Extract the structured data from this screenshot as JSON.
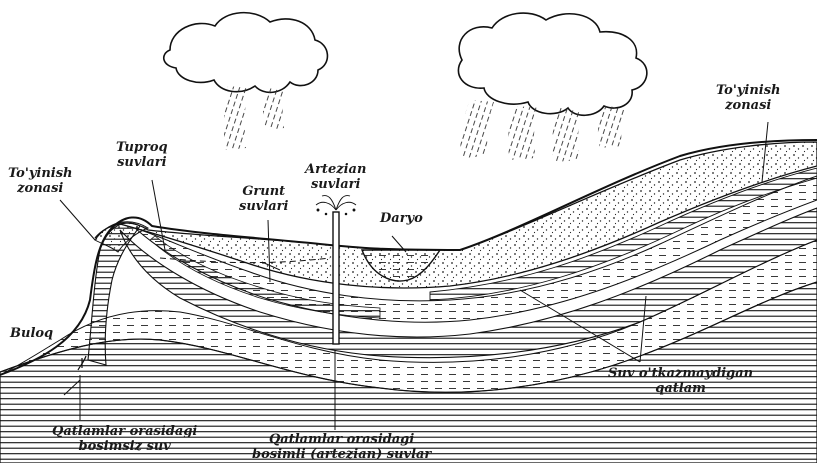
{
  "labels": {
    "toyinish_right": {
      "line1": "To'yinish",
      "line2": "zonasi"
    },
    "toyinish_left": {
      "line1": "To'yinish",
      "line2": "zonasi"
    },
    "tuproq": {
      "line1": "Tuproq",
      "line2": "suvlari"
    },
    "artezian": {
      "line1": "Artezian",
      "line2": "suvlari"
    },
    "grunt": {
      "line1": "Grunt",
      "line2": "suvlari"
    },
    "daryo": "Daryo",
    "buloq": "Buloq",
    "suv_otkazmaydigan": {
      "line1": "Suv o'tkazmaydigan",
      "line2": "qatlam"
    },
    "qatlamlar_bosimsiz": {
      "line1": "Qatlamlar orasidagi",
      "line2": "bosimsiz suv"
    },
    "qatlamlar_bosimli": {
      "line1": "Qatlamlar orasidagi",
      "line2": "bosimli (artezian) suvlar"
    }
  },
  "colors": {
    "ink": "#1a1a1a",
    "paper": "#ffffff"
  }
}
